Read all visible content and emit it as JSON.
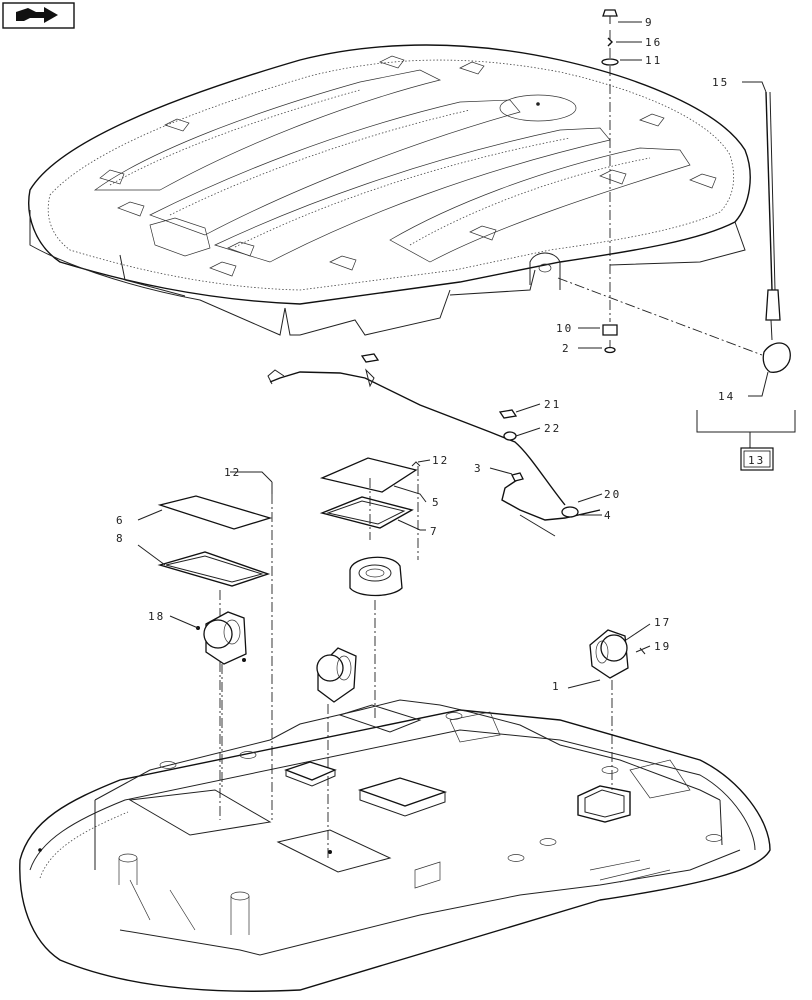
{
  "callouts": {
    "c9": "9",
    "c16": "16",
    "c11": "11",
    "c15": "15",
    "c10": "10",
    "c2": "2",
    "c14": "14",
    "c21": "21",
    "c22": "22",
    "c13": "13",
    "c12a": "12",
    "c12b": "12",
    "c3": "3",
    "c5": "5",
    "c20": "20",
    "c4": "4",
    "c6": "6",
    "c7": "7",
    "c8": "8",
    "c18": "18",
    "c17": "17",
    "c19": "19",
    "c1": "1"
  },
  "icons": {
    "nav": "arrow-right-icon"
  }
}
